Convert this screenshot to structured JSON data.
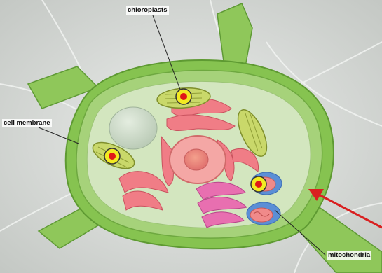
{
  "labels": {
    "chloroplasts": "chloroplasts",
    "cell_membrane": "cell membrane",
    "mitochondria": "mitochondria"
  },
  "colors": {
    "wall_green": "#7fbf4a",
    "cytoplasm": "#cfe3b8",
    "nucleus": "#f08080",
    "chloroplast": "#c9d86a",
    "marker_red": "#e01818",
    "marker_yellow": "#f2ea22",
    "mitochondria_blue": "#5b8fd6",
    "arrow_red": "#d92020"
  }
}
